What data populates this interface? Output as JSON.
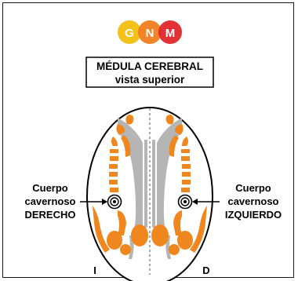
{
  "logo": {
    "letters": [
      "G",
      "N",
      "M"
    ],
    "colors": [
      "#f2c21b",
      "#f07d1d",
      "#e1262b"
    ]
  },
  "title": {
    "line1": "MÉDULA CEREBRAL",
    "line2": "vista superior"
  },
  "left_label": {
    "line1": "Cuerpo",
    "line2": "cavernoso",
    "line3": "DERECHO"
  },
  "right_label": {
    "line1": "Cuerpo",
    "line2": "cavernoso",
    "line3": "IZQUIERDO"
  },
  "side_left": "I",
  "side_right": "D",
  "colors": {
    "medulla": "#f0861e",
    "ventricle": "#b5b5b5",
    "outline": "#000000"
  }
}
